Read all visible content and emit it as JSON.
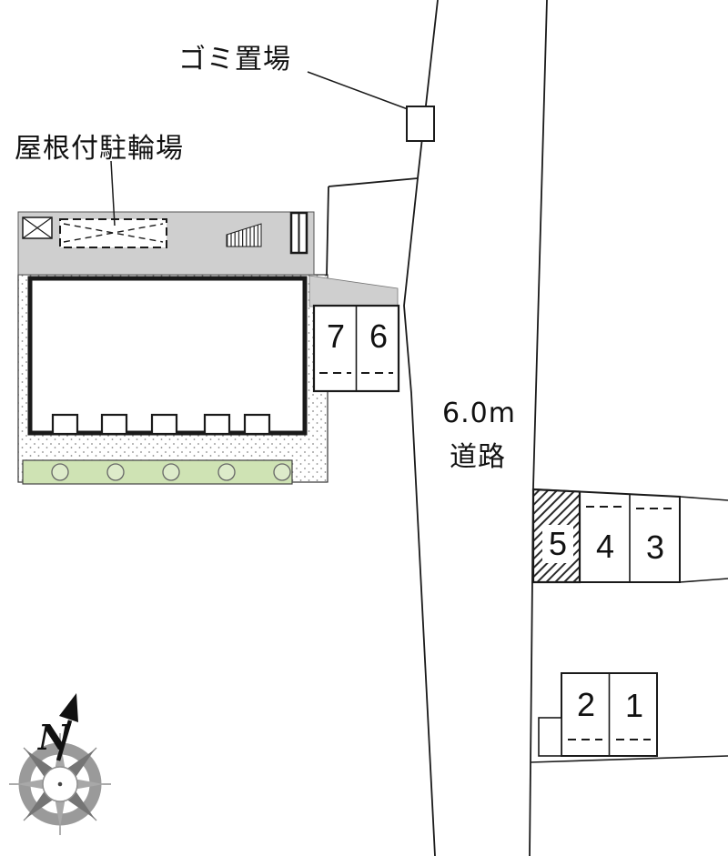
{
  "labels": {
    "garbage_area": "ゴミ置場",
    "covered_bicycle_parking": "屋根付駐輪場",
    "road_width": "6.0m",
    "road": "道路",
    "compass_north": "N"
  },
  "parking_stalls": {
    "upper": [
      "7",
      "6"
    ],
    "middle": [
      "5",
      "4",
      "3"
    ],
    "lower": [
      "2",
      "1"
    ]
  },
  "colors": {
    "outline": "#1a1a1a",
    "paved_gray": "#cfcfcf",
    "planting_green": "#cfe3b4",
    "compass_gray": "#8f8f8f"
  }
}
